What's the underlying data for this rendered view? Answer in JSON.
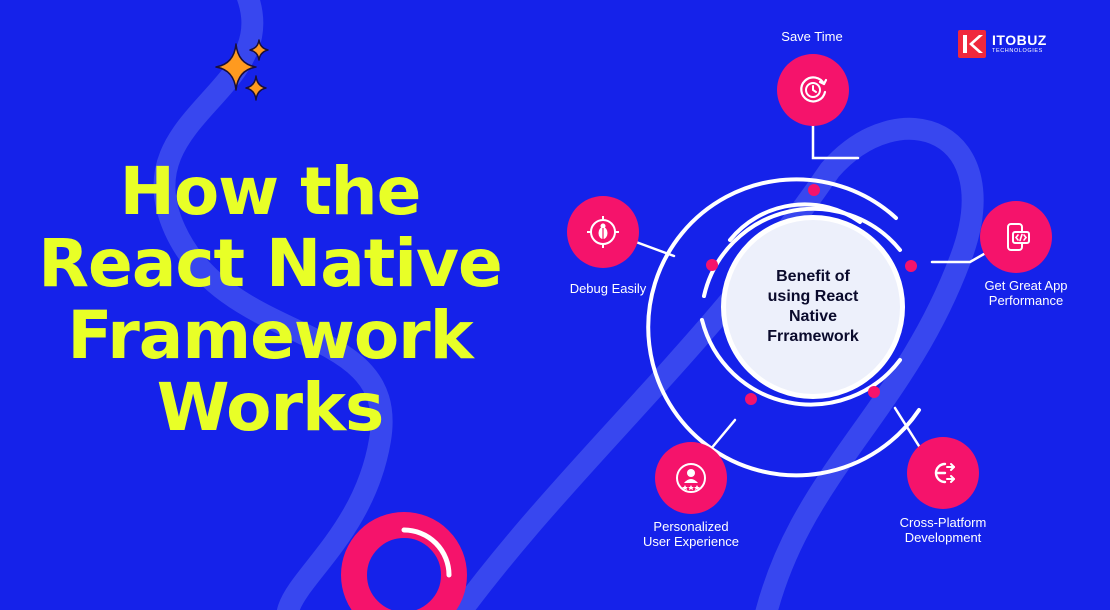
{
  "headline": {
    "lines": [
      "How the",
      "React Native",
      "Framework",
      "Works"
    ]
  },
  "center": {
    "text_lines": [
      "Benefit of",
      "using React",
      "Native",
      "Frramework"
    ]
  },
  "benefits": [
    {
      "label_lines": [
        "Save Time"
      ],
      "icon": "clock-refresh-icon"
    },
    {
      "label_lines": [
        "Get Great App",
        "Performance"
      ],
      "icon": "mobile-code-icon"
    },
    {
      "label_lines": [
        "Cross-Platform",
        "Development"
      ],
      "icon": "cross-platform-icon"
    },
    {
      "label_lines": [
        "Personalized",
        "User Experience"
      ],
      "icon": "user-stars-icon"
    },
    {
      "label_lines": [
        "Debug Easily"
      ],
      "icon": "bug-target-icon"
    }
  ],
  "logo": {
    "name": "ITOBUZ",
    "subtitle": "TECHNOLOGIES"
  },
  "colors": {
    "background": "#1522ea",
    "headline": "#e8ff27",
    "node": "#f5136b",
    "ring": "#ffffff",
    "center_fill": "#edf0fb",
    "sparkle": "#ff9a1f"
  }
}
